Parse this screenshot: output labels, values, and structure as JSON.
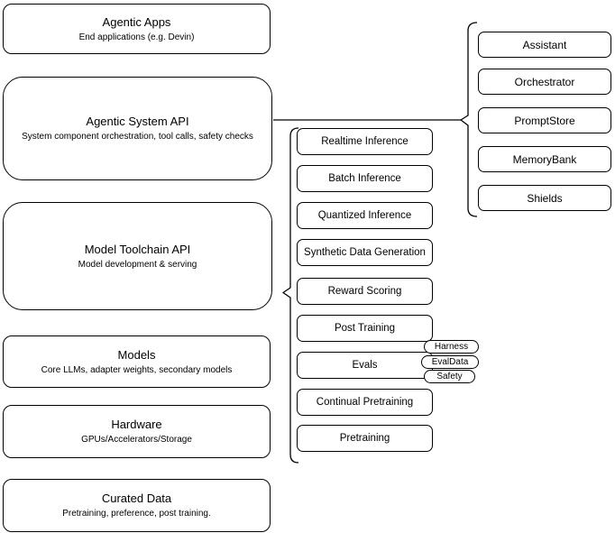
{
  "diagram": {
    "left_stack": [
      {
        "title": "Agentic Apps",
        "subtitle": "End applications (e.g. Devin)"
      },
      {
        "title": "Agentic System API",
        "subtitle": "System component orchestration, tool calls, safety checks"
      },
      {
        "title": "Model Toolchain API",
        "subtitle": "Model development & serving"
      },
      {
        "title": "Models",
        "subtitle": "Core LLMs, adapter weights, secondary models"
      },
      {
        "title": "Hardware",
        "subtitle": "GPUs/Accelerators/Storage"
      },
      {
        "title": "Curated Data",
        "subtitle": "Pretraining, preference, post training."
      }
    ],
    "toolchain": {
      "items": [
        "Realtime Inference",
        "Batch Inference",
        "Quantized Inference",
        "Synthetic Data Generation",
        "Reward Scoring",
        "Post Training",
        "Evals",
        "Continual Pretraining",
        "Pretraining"
      ]
    },
    "eval_tags": [
      "Harness",
      "EvalData",
      "Safety"
    ],
    "system_components": [
      "Assistant",
      "Orchestrator",
      "PromptStore",
      "MemoryBank",
      "Shields"
    ],
    "colors": {
      "stroke": "#000000",
      "fill": "#ffffff",
      "canvas": "#ffffff"
    }
  }
}
